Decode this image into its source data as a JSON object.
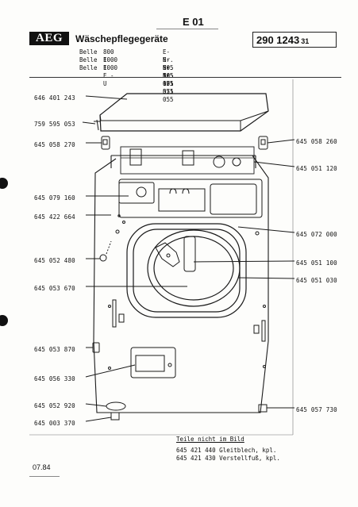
{
  "header": {
    "code": "E 01",
    "logo": "AEG",
    "title": "Wäschepflegegeräte",
    "doc_number": "290 1243",
    "doc_suffix": "31",
    "models": [
      {
        "name": "Belle",
        "variant": "800 E",
        "e_nr": "E-Nr. 605 165 055"
      },
      {
        "name": "Belle",
        "variant": "1000 E",
        "e_nr": "E-Nr. 605 171 055"
      },
      {
        "name": "Belle",
        "variant": "1000 E - U",
        "e_nr": "E-Nr. 605 571 055"
      }
    ]
  },
  "parts_left": [
    "646 401 243",
    "759 595 053",
    "645 058 270",
    "645 079 160",
    "645 422 664",
    "645 052 480",
    "645 053 670",
    "645 053 870",
    "645 056 330",
    "645 052 920",
    "645 003 370"
  ],
  "parts_right": [
    "645 058 260",
    "645 051 120",
    "645 072 000",
    "645 051 100",
    "645 051 030",
    "645 057 730"
  ],
  "not_shown": {
    "title": "Teile nicht im Bild",
    "items": [
      "645 421 440 Gleitblech, kpl.",
      "645 421 430 Verstellfuß, kpl."
    ]
  },
  "footer": {
    "date": "07.84"
  }
}
